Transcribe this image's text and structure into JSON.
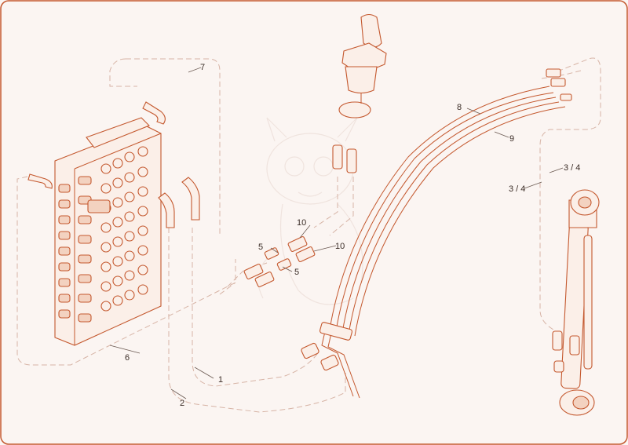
{
  "diagram": {
    "border_color": "#c4582e",
    "background": "#fbf5f2",
    "line_color": "#c4582e",
    "labels": {
      "l1": "1",
      "l2": "2",
      "l34a": "3 / 4",
      "l34b": "3 / 4",
      "l5a": "5",
      "l5b": "5",
      "l6": "6",
      "l7": "7",
      "l8": "8",
      "l9": "9",
      "l10a": "10",
      "l10b": "10"
    }
  }
}
